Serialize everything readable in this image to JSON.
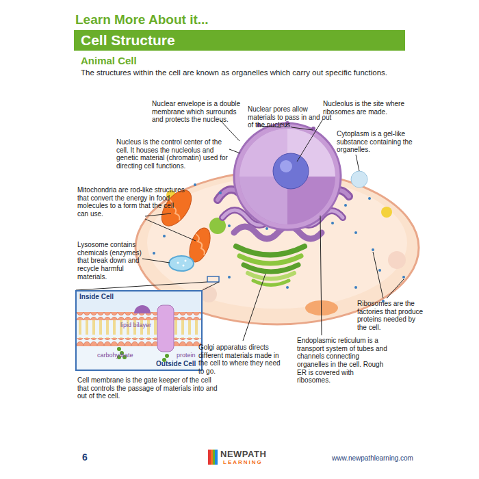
{
  "diagram": {
    "title": "Learn More About it...",
    "nodes": [
      {
        "text": [
          "Cell Structure"
        ]
      },
      {
        "text": [
          "Inside Cell",
          "lipid bilayer",
          "carbohydrate",
          "protein",
          "Outside Cell"
        ]
      }
    ],
    "labels": [
      "Animal Cell",
      "The structures within the cell are known as organelles which carry out specific functions.",
      "Nuclear pores allow materials to pass in and out of the nucleus.",
      "Nucleolus is the site where ribosomes are made.",
      "Nuclear envelope is a double membrane which surrounds and protects the nucleus.",
      "Cytoplasm is a gel-like substance containing the organelles.",
      "Nucleus is the control center of the cell. It houses the nucleolus and genetic material (chromatin) used for directing cell functions.",
      "Mitochondria are rod-like structures that convert the energy in food molecules to a form that the cell can use.",
      "Lysosome contains chemicals (enzymes) that break down and recycle harmful materials.",
      "Ribosomes are the factories that produce proteins needed by the cell.",
      "Golgi apparatus directs different materials made in the cell to where they need to go.",
      "Endoplasmic reticulum is a transport system of tubes and channels connecting organelles in the cell. Rough ER is covered with ribosomes.",
      "Cell membrane is the gate keeper of the cell that controls the passage of materials into and out of the cell.",
      "6",
      "NEWPATH",
      "LEARNING",
      "www.newpathlearning.com"
    ]
  }
}
